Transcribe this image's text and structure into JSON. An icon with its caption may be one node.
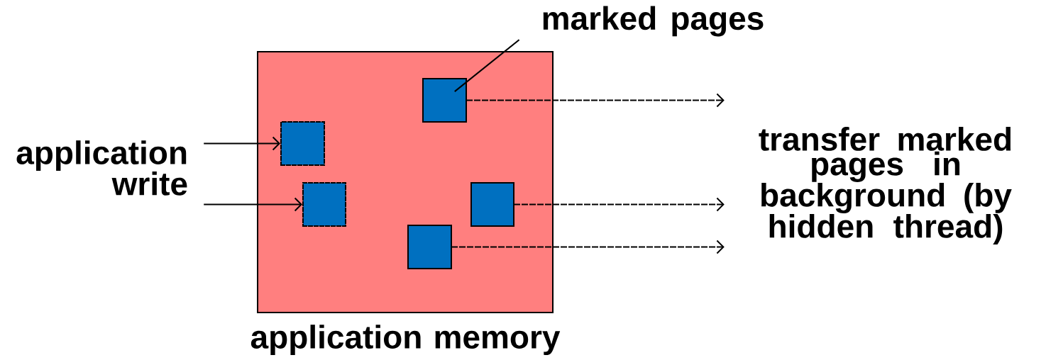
{
  "diagram": {
    "nodes": [
      {
        "text": [
          "application memory"
        ]
      },
      {
        "text": [],
        "shape": "box",
        "in": 0
      },
      {
        "text": [],
        "shape": "box",
        "in": 0
      },
      {
        "text": [],
        "shape": "box",
        "in": 0
      },
      {
        "text": [],
        "shape": "box",
        "in": 0
      },
      {
        "text": [],
        "shape": "box",
        "in": 0
      },
      {
        "text": [
          "marked pages"
        ]
      },
      {
        "text": [
          "application write"
        ]
      },
      {
        "text": [
          "transfer marked pages in background (by hidden thread)"
        ]
      }
    ],
    "edges": [
      {
        "from": 6,
        "to": 1,
        "arrow": "none"
      },
      {
        "from": 7,
        "to": 2,
        "arrow": "to"
      },
      {
        "from": 7,
        "to": 3,
        "arrow": "to"
      },
      {
        "from": 1,
        "to": 8,
        "arrow": "to",
        "style": "dashed"
      },
      {
        "from": 4,
        "to": 8,
        "arrow": "to",
        "style": "dashed"
      },
      {
        "from": 5,
        "to": 8,
        "arrow": "to",
        "style": "dashed"
      }
    ]
  }
}
